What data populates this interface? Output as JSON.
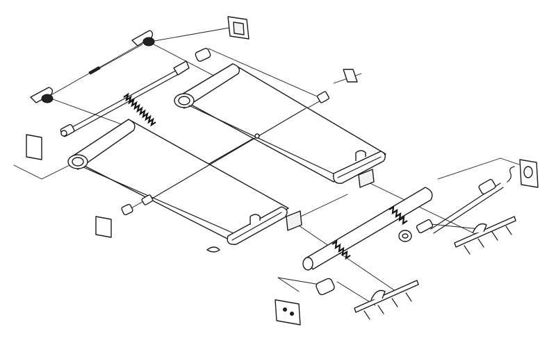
{
  "diagram": {
    "type": "exploded-assembly",
    "style": "line-art",
    "colors": {
      "background": "#ffffff",
      "stroke": "#1a1a1a",
      "accent_fill": "#f2f2f2"
    },
    "components": [
      "upper-roller-tube",
      "lower-roller-tube",
      "upper-bottom-rail",
      "lower-bottom-rail",
      "spring-rod-assembly",
      "drive-tube-with-coils",
      "idler-shaft",
      "mounting-bracket",
      "pin-end-plug",
      "nail-clip"
    ]
  }
}
